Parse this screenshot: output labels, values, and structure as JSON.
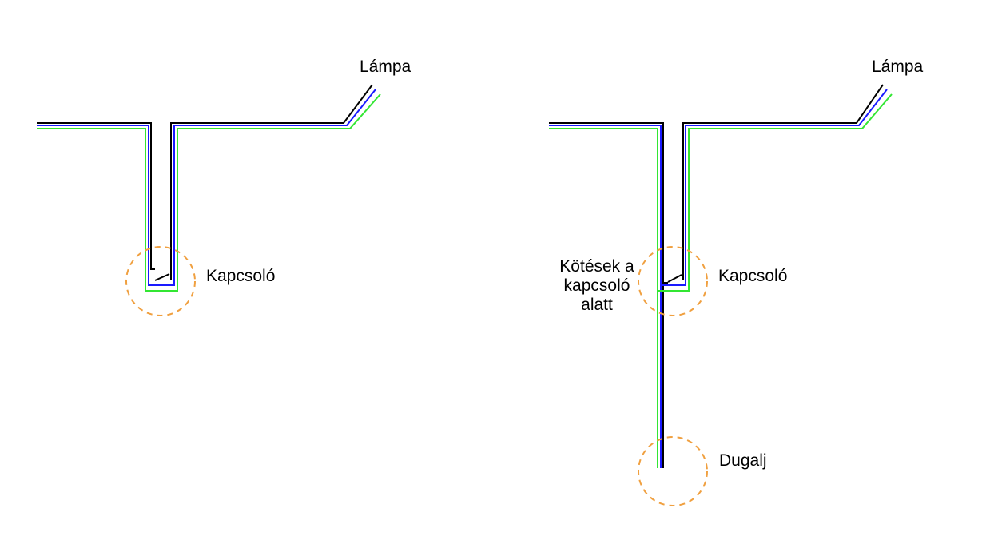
{
  "colors": {
    "line": "#000000",
    "neutral": "#1a1aff",
    "ground": "#33e633",
    "marker": "#f0a040"
  },
  "left": {
    "lamp_label": "Lámpa",
    "switch_label": "Kapcsoló"
  },
  "right": {
    "lamp_label": "Lámpa",
    "switch_label": "Kapcsoló",
    "junction_label": [
      "Kötések a",
      "kapcsoló",
      "alatt"
    ],
    "socket_label": "Dugalj"
  }
}
